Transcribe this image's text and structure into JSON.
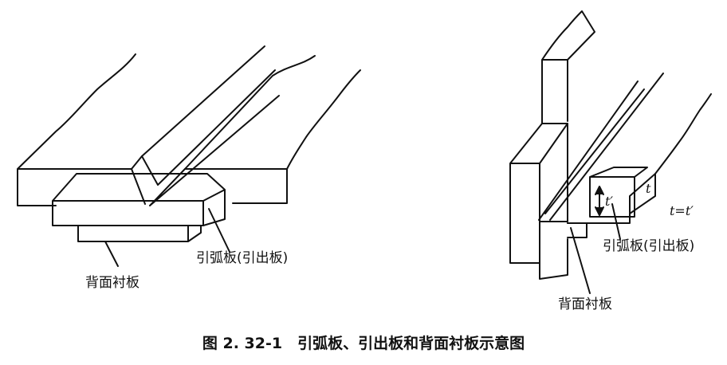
{
  "left_figure": {
    "label_runoff": "引弧板(引出板)",
    "label_backing": "背面衬板"
  },
  "right_figure": {
    "label_runoff": "引弧板(引出板)",
    "label_backing": "背面衬板",
    "thickness_t": "t",
    "thickness_t_prime": "t′",
    "equation": "t=t′"
  },
  "caption": "图 2. 32-1　引弧板、引出板和背面衬板示意图"
}
